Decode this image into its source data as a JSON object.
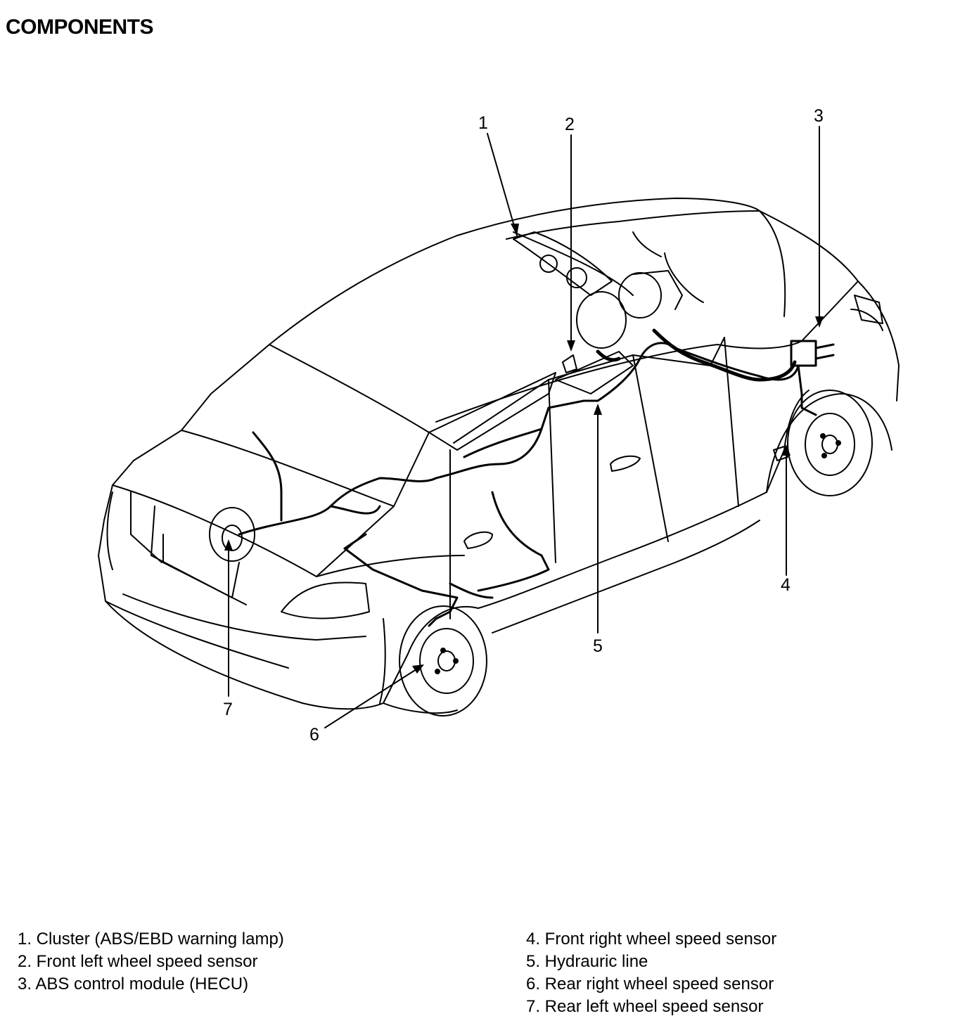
{
  "title": "COMPONENTS",
  "callouts": [
    "1",
    "2",
    "3",
    "4",
    "5",
    "6",
    "7"
  ],
  "legend": {
    "left": [
      "1. Cluster (ABS/EBD warning lamp)",
      "2. Front left wheel speed sensor",
      "3. ABS control module (HECU)"
    ],
    "right": [
      "4. Front right wheel speed sensor",
      "5. Hydrauric line",
      "6. Rear right wheel speed sensor",
      "7. Rear left wheel speed sensor"
    ]
  }
}
